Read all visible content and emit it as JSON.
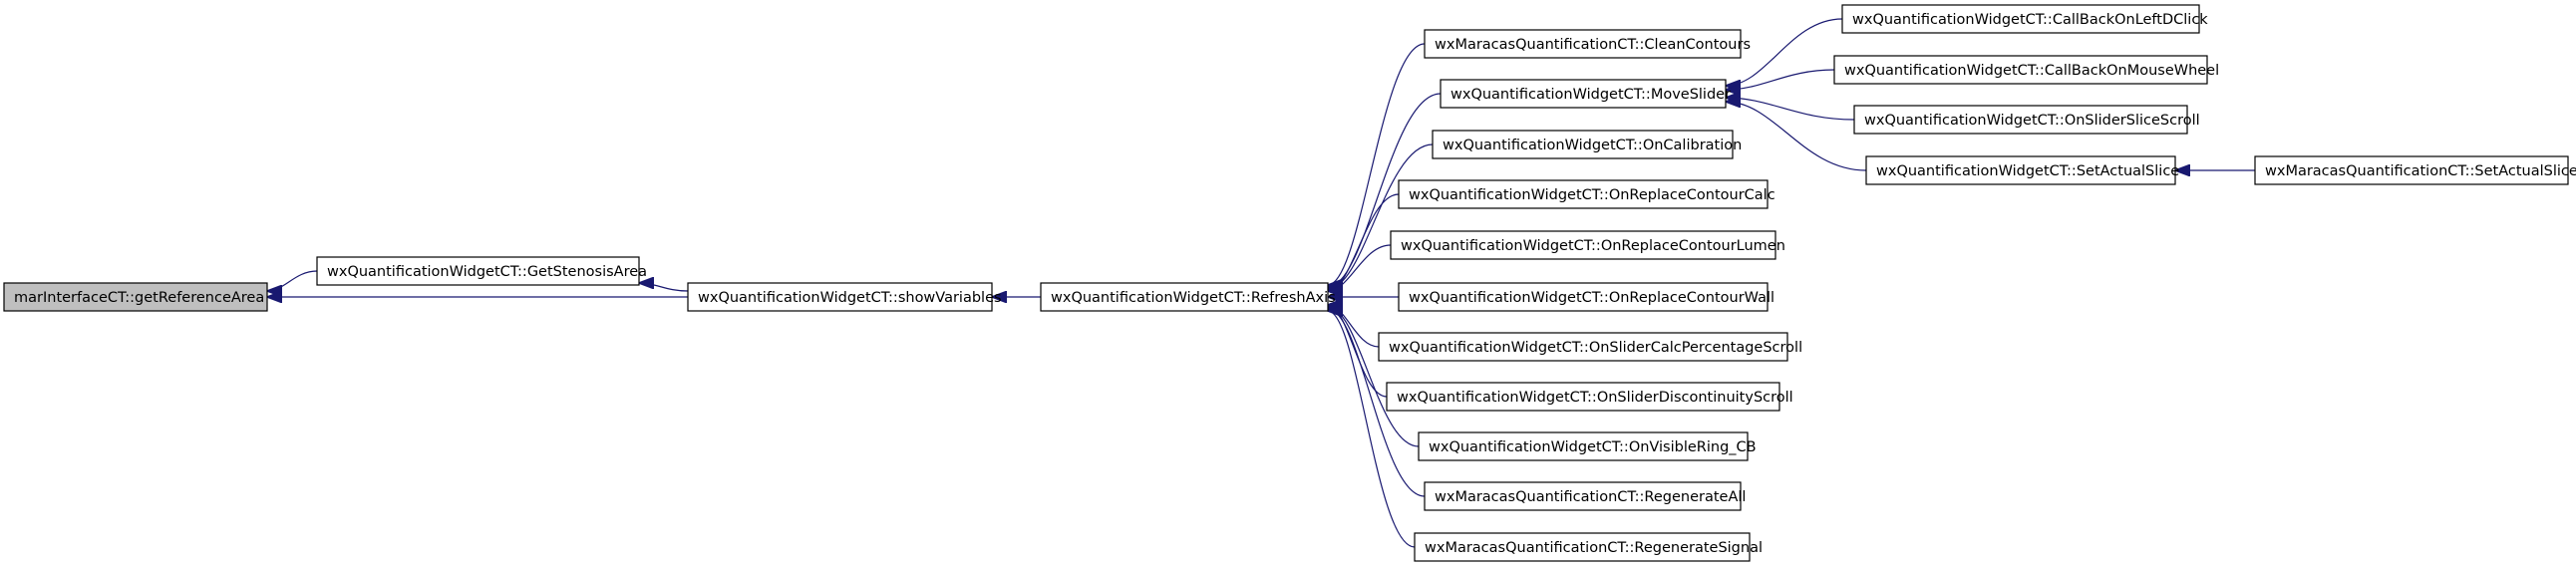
{
  "colors": {
    "edge": "#191970",
    "node_border": "#000000",
    "node_fill": "#ffffff",
    "root_fill": "#bfbfbf",
    "text": "#000000"
  },
  "nodes": [
    {
      "id": "getReferenceArea",
      "label": "marInterfaceCT::getReferenceArea",
      "root": true
    },
    {
      "id": "GetStenosisArea",
      "label": "wxQuantificationWidgetCT::GetStenosisArea"
    },
    {
      "id": "showVariables",
      "label": "wxQuantificationWidgetCT::showVariables"
    },
    {
      "id": "RefreshAxis",
      "label": "wxQuantificationWidgetCT::RefreshAxis"
    },
    {
      "id": "CleanContours",
      "label": "wxMaracasQuantificationCT::CleanContours"
    },
    {
      "id": "MoveSlider",
      "label": "wxQuantificationWidgetCT::MoveSlider"
    },
    {
      "id": "OnCalibration",
      "label": "wxQuantificationWidgetCT::OnCalibration"
    },
    {
      "id": "OnReplaceContourCalc",
      "label": "wxQuantificationWidgetCT::OnReplaceContourCalc"
    },
    {
      "id": "OnReplaceContourLumen",
      "label": "wxQuantificationWidgetCT::OnReplaceContourLumen"
    },
    {
      "id": "OnReplaceContourWall",
      "label": "wxQuantificationWidgetCT::OnReplaceContourWall"
    },
    {
      "id": "OnSliderCalcPercentageScroll",
      "label": "wxQuantificationWidgetCT::OnSliderCalcPercentageScroll"
    },
    {
      "id": "OnSliderDiscontinuityScroll",
      "label": "wxQuantificationWidgetCT::OnSliderDiscontinuityScroll"
    },
    {
      "id": "OnVisibleRing_CB",
      "label": "wxQuantificationWidgetCT::OnVisibleRing_CB"
    },
    {
      "id": "RegenerateAll",
      "label": "wxMaracasQuantificationCT::RegenerateAll"
    },
    {
      "id": "RegenerateSignal",
      "label": "wxMaracasQuantificationCT::RegenerateSignal"
    },
    {
      "id": "CallBackOnLeftDClick",
      "label": "wxQuantificationWidgetCT::CallBackOnLeftDClick"
    },
    {
      "id": "CallBackOnMouseWheel",
      "label": "wxQuantificationWidgetCT::CallBackOnMouseWheel"
    },
    {
      "id": "OnSliderSliceScroll",
      "label": "wxQuantificationWidgetCT::OnSliderSliceScroll"
    },
    {
      "id": "SetActualSlice",
      "label": "wxQuantificationWidgetCT::SetActualSlice"
    },
    {
      "id": "SetActualSliceMQ",
      "label": "wxMaracasQuantificationCT::SetActualSlice"
    }
  ],
  "edges": [
    {
      "from": "GetStenosisArea",
      "to": "getReferenceArea"
    },
    {
      "from": "showVariables",
      "to": "getReferenceArea"
    },
    {
      "from": "showVariables",
      "to": "GetStenosisArea"
    },
    {
      "from": "RefreshAxis",
      "to": "showVariables"
    },
    {
      "from": "CleanContours",
      "to": "RefreshAxis"
    },
    {
      "from": "MoveSlider",
      "to": "RefreshAxis"
    },
    {
      "from": "OnCalibration",
      "to": "RefreshAxis"
    },
    {
      "from": "OnReplaceContourCalc",
      "to": "RefreshAxis"
    },
    {
      "from": "OnReplaceContourLumen",
      "to": "RefreshAxis"
    },
    {
      "from": "OnReplaceContourWall",
      "to": "RefreshAxis"
    },
    {
      "from": "OnSliderCalcPercentageScroll",
      "to": "RefreshAxis"
    },
    {
      "from": "OnSliderDiscontinuityScroll",
      "to": "RefreshAxis"
    },
    {
      "from": "OnVisibleRing_CB",
      "to": "RefreshAxis"
    },
    {
      "from": "RegenerateAll",
      "to": "RefreshAxis"
    },
    {
      "from": "RegenerateSignal",
      "to": "RefreshAxis"
    },
    {
      "from": "CallBackOnLeftDClick",
      "to": "MoveSlider"
    },
    {
      "from": "CallBackOnMouseWheel",
      "to": "MoveSlider"
    },
    {
      "from": "OnSliderSliceScroll",
      "to": "MoveSlider"
    },
    {
      "from": "SetActualSlice",
      "to": "MoveSlider"
    },
    {
      "from": "SetActualSliceMQ",
      "to": "SetActualSlice"
    }
  ]
}
